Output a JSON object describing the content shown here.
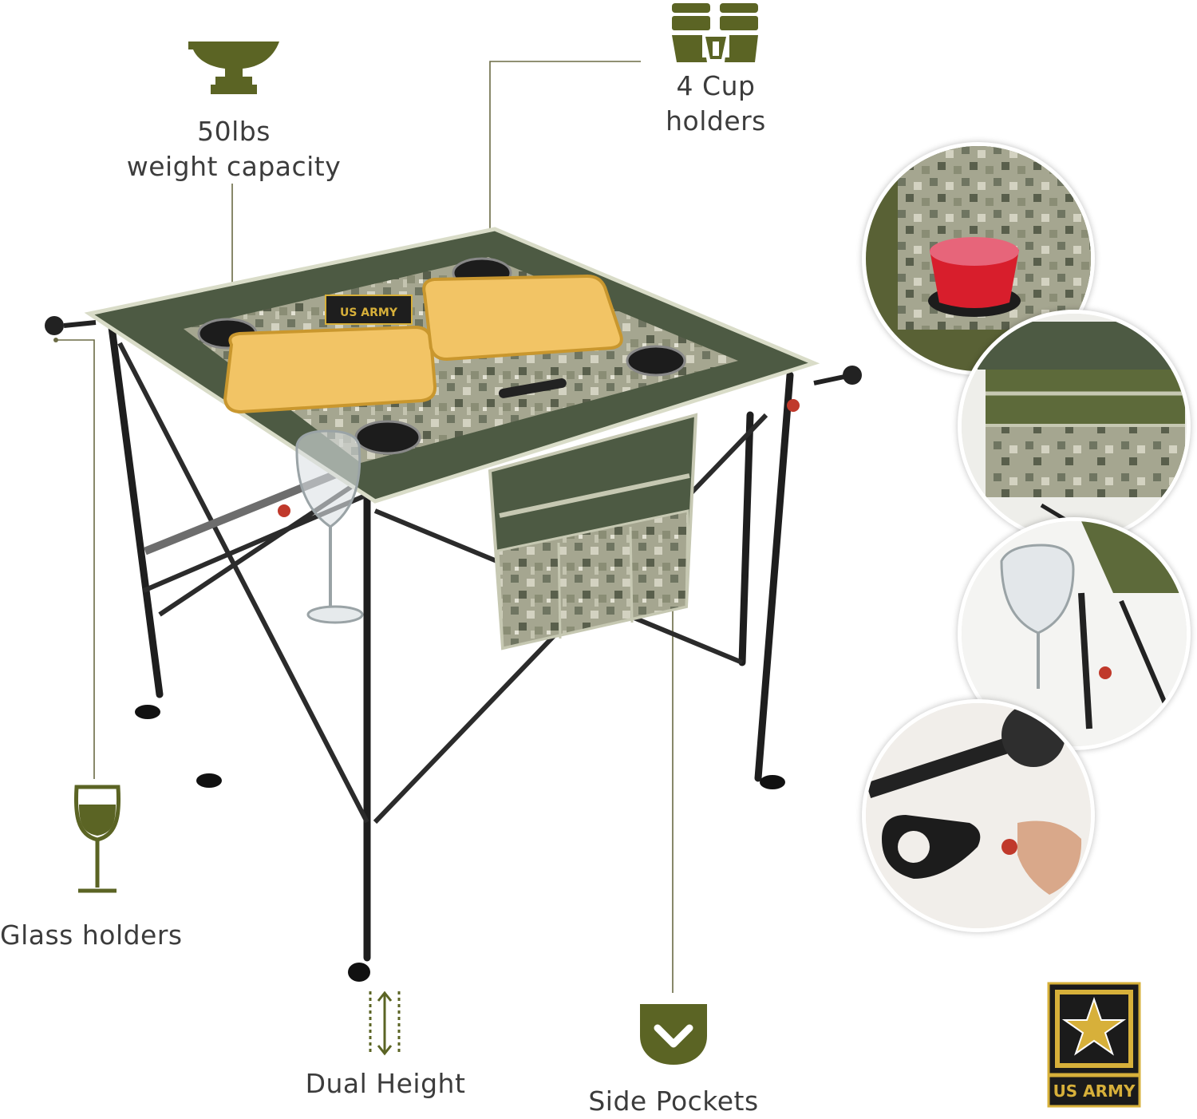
{
  "features": {
    "weight": {
      "line1": "50lbs",
      "line2": "weight capacity",
      "icon": "anvil-icon"
    },
    "cups": {
      "line1": "4 Cup",
      "line2": "holders",
      "icon": "cup-holders-icon"
    },
    "glass": {
      "label": "Glass holders",
      "icon": "wine-glass-icon"
    },
    "height": {
      "label": "Dual Height",
      "icon": "height-arrow-icon"
    },
    "pockets": {
      "label": "Side Pockets",
      "icon": "chevron-down-badge-icon"
    }
  },
  "logo": {
    "text": "US ARMY",
    "icon": "army-star-logo"
  },
  "table_logo_text": "US ARMY",
  "colors": {
    "accent": "#5a6623",
    "icon_olive": "#5b6424",
    "table_green": "#4d5a43",
    "camo_light": "#a9a994",
    "plate": "#f2c465"
  },
  "detail_photos": [
    "cup-holder-detail",
    "side-pocket-detail",
    "glass-holder-detail",
    "clip-detail"
  ]
}
